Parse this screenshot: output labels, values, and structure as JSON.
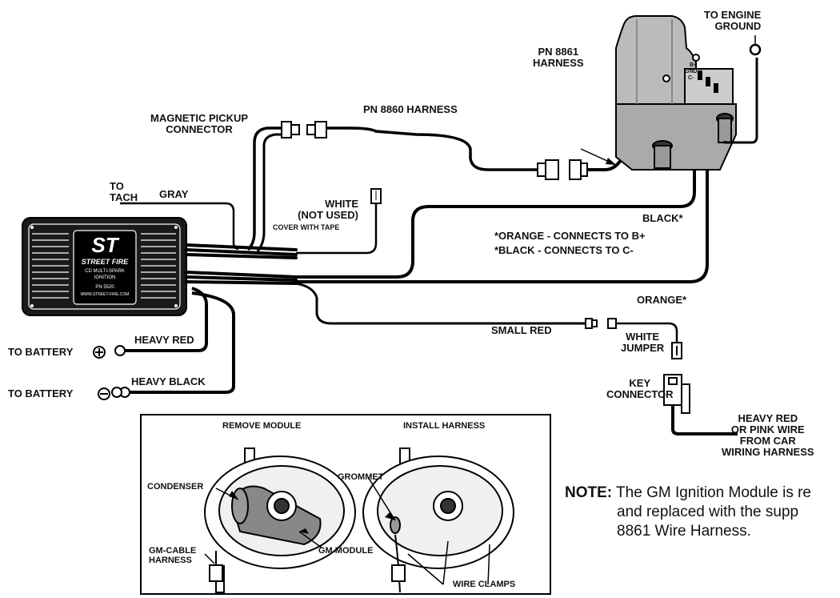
{
  "module": {
    "logo_mark": "ST",
    "logo_brand": "STREET FIRE",
    "subtitle": "CD MULTI-SPARK",
    "subtitle2": "IGNITION",
    "part": "PN 5520",
    "url": "WWW.STREET-FIRE.COM"
  },
  "labels": {
    "to_tach": [
      "TO",
      "TACH"
    ],
    "gray": "GRAY",
    "magnetic_pickup": [
      "MAGNETIC PICKUP",
      "CONNECTOR"
    ],
    "pn8860": "PN 8860 HARNESS",
    "pn8861": [
      "PN 8861",
      "HARNESS"
    ],
    "engine_ground": [
      "TO ENGINE",
      "GROUND"
    ],
    "white_not_used": [
      "WHITE",
      "(NOT USED)"
    ],
    "cover_tape": "COVER WITH TAPE",
    "black_star": "BLACK*",
    "orange_b": "*ORANGE - CONNECTS TO B+",
    "black_c": "*BLACK - CONNECTS TO C-",
    "orange_star": "ORANGE*",
    "small_red": "SMALL RED",
    "white_jumper": [
      "WHITE",
      "JUMPER"
    ],
    "key_connector": [
      "KEY",
      "CONNECTOR"
    ],
    "heavy_red_pink": [
      "HEAVY RED",
      "OR PINK WIRE",
      "FROM CAR",
      "WIRING HARNESS"
    ],
    "heavy_red": "HEAVY RED",
    "heavy_black": "HEAVY BLACK",
    "to_battery_pos": "TO BATTERY",
    "to_battery_neg": "TO BATTERY",
    "coil_terminals": [
      "B+",
      "GND",
      "C-"
    ]
  },
  "inset": {
    "remove_module": "REMOVE MODULE",
    "install_harness": "INSTALL HARNESS",
    "condenser": "CONDENSER",
    "grommet": "GROMMET",
    "gm_cable_harness": [
      "GM-CABLE",
      "HARNESS"
    ],
    "gm_module": "GM MODULE",
    "wire_clamps": "WIRE CLAMPS"
  },
  "note": {
    "label": "NOTE:",
    "line1": "The GM Ignition Module is re",
    "line2": "and replaced with the supp",
    "line3": "8861 Wire Harness."
  }
}
